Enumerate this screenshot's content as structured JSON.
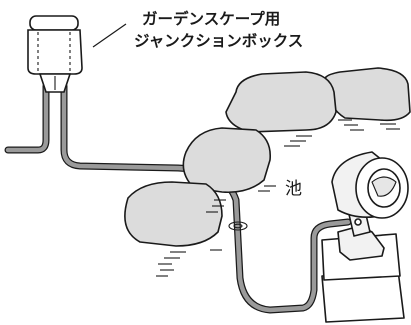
{
  "labels": {
    "junction_box_line1": "ガーデンスケープ用",
    "junction_box_line2": "ジャンクションボックス",
    "pond": "池"
  },
  "colors": {
    "line": "#1a1a1a",
    "cable": "#9a9a9a",
    "rock_fill": "#dcdcdc",
    "rock_shadow": "#cfcfcf",
    "light_body": "#f2f2f2",
    "background": "#ffffff"
  }
}
